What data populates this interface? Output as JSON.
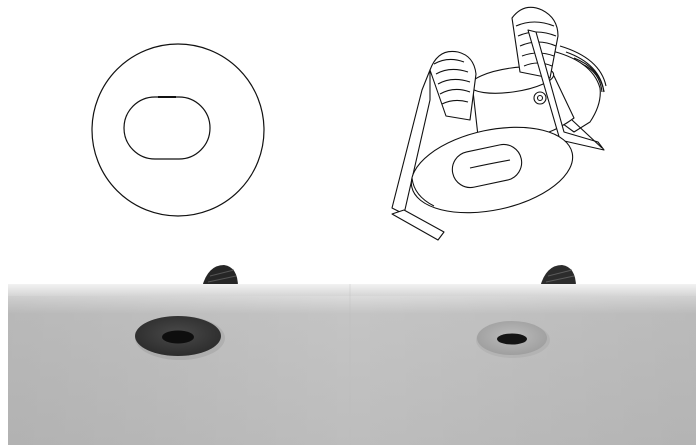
{
  "illustration": {
    "front_view": "round-trim-downlight-front-view",
    "iso_view": "downlight-with-spring-clips-isometric",
    "photo": {
      "panels": [
        {
          "finish": "black",
          "trim_color": "#3a3a3a",
          "inner_color": "#0e0e0e"
        },
        {
          "finish": "white",
          "trim_color": "#a9a9a9",
          "inner_color": "#141414"
        }
      ],
      "ceiling_color": "#c8c8c8"
    }
  }
}
